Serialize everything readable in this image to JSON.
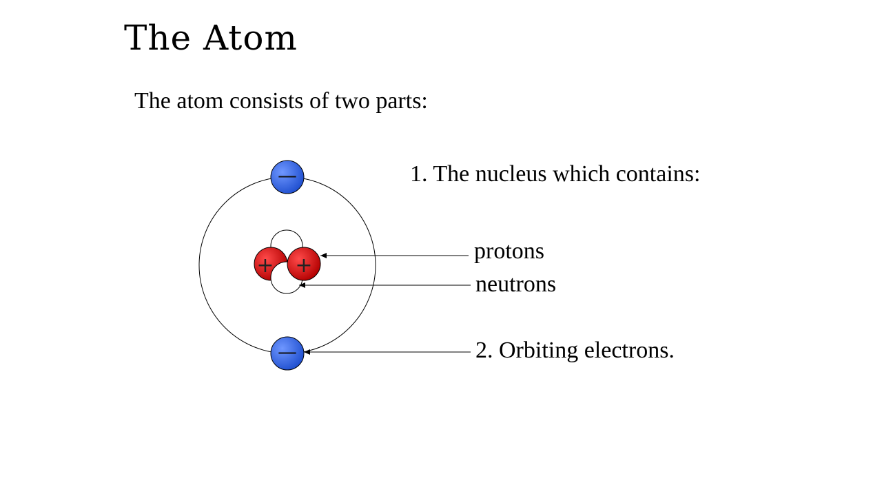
{
  "slide": {
    "title": "The Atom",
    "subtitle": "The atom consists of two parts:",
    "nucleus_point": "1.  The nucleus which contains:",
    "protons_label": "protons",
    "neutrons_label": "neutrons",
    "electrons_point": "2.  Orbiting electrons."
  },
  "diagram": {
    "proton_sign": "+",
    "electron_sign": "—"
  },
  "colors": {
    "proton": "#dd1111",
    "proton_dark": "#8a0000",
    "electron": "#3f6fe8",
    "electron_dark": "#173ea6",
    "neutron": "#ffffff",
    "line": "#000000"
  },
  "icons": [
    "proton-icon",
    "neutron-icon",
    "electron-icon",
    "orbit-ring",
    "arrow"
  ]
}
